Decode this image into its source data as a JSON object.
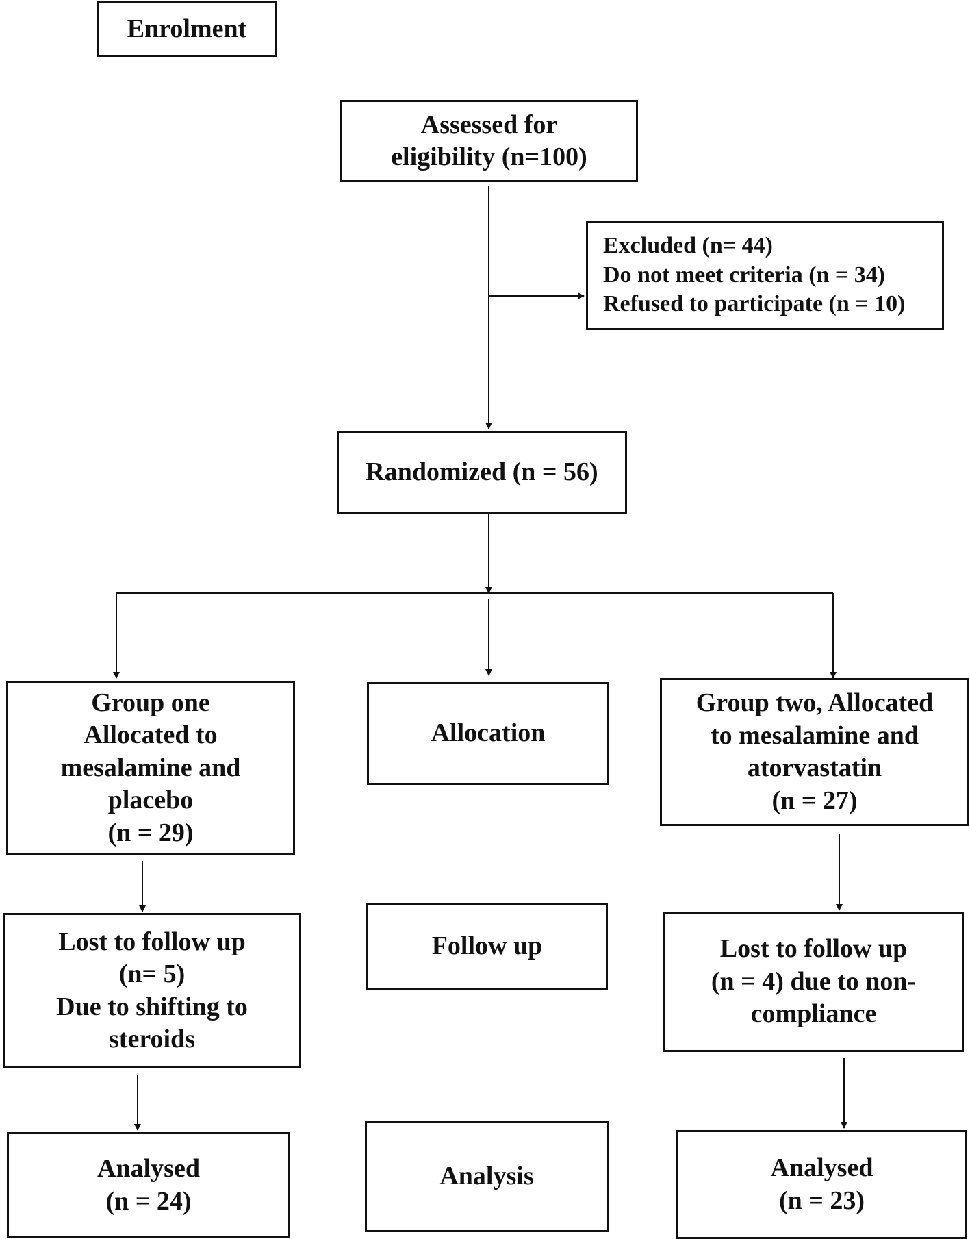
{
  "flowchart": {
    "enrolment": {
      "label": "Enrolment"
    },
    "assessed": {
      "line1": "Assessed for",
      "line2": "eligibility (n=100)"
    },
    "excluded": {
      "line1": "Excluded (n= 44)",
      "line2": "Do not meet criteria (n = 34)",
      "line3": "Refused to participate (n = 10)"
    },
    "randomized": {
      "label": "Randomized (n = 56)"
    },
    "group_one": {
      "line1": "Group one",
      "line2": "Allocated to",
      "line3": "mesalamine and",
      "line4": "placebo",
      "line5": "(n = 29)"
    },
    "allocation": {
      "label": "Allocation"
    },
    "group_two": {
      "line1": "Group two, Allocated",
      "line2": "to mesalamine and",
      "line3": "atorvastatin",
      "line4": "(n = 27)"
    },
    "lost_left": {
      "line1": "Lost to follow up",
      "line2": "(n= 5)",
      "line3": "Due to shifting to",
      "line4": "steroids"
    },
    "follow_up": {
      "label": "Follow up"
    },
    "lost_right": {
      "line1": "Lost to follow up",
      "line2": "(n = 4) due to non-",
      "line3": "compliance"
    },
    "analysed_left": {
      "line1": "Analysed",
      "line2": "(n = 24)"
    },
    "analysis": {
      "label": "Analysis"
    },
    "analysed_right": {
      "line1": "Analysed",
      "line2": "(n = 23)"
    }
  },
  "colors": {
    "line": "#111111",
    "background": "#ffffff"
  }
}
